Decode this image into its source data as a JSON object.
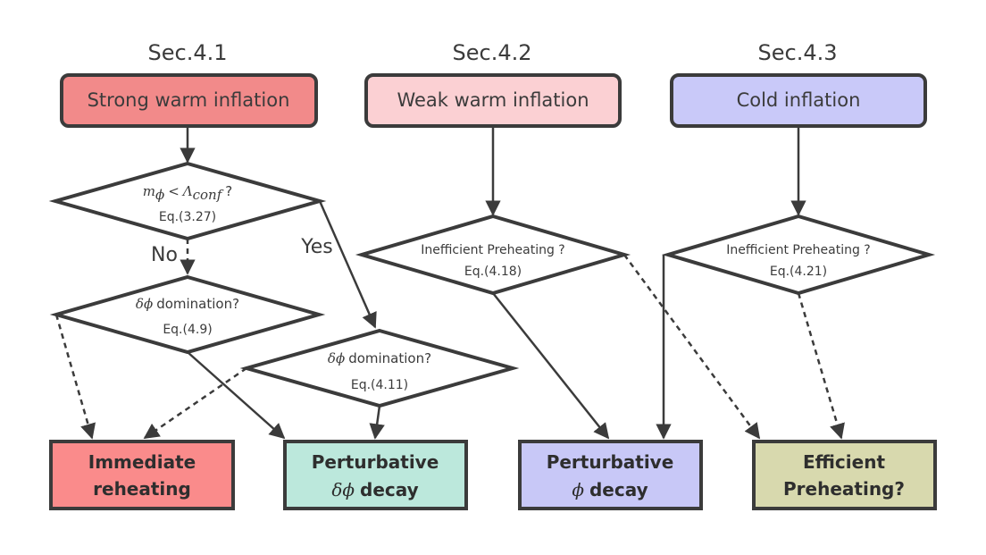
{
  "sections": [
    "Sec.4.1",
    "Sec.4.2",
    "Sec.4.3"
  ],
  "top_boxes": [
    {
      "label": "Strong warm inflation",
      "fill": "#f28a8a"
    },
    {
      "label": "Weak warm inflation",
      "fill": "#fbd0d3"
    },
    {
      "label": "Cold inflation",
      "fill": "#c9c9f9"
    }
  ],
  "decisions": {
    "d1": {
      "sym1": "m",
      "sub1": "ϕ",
      "rel": "<",
      "sym2": "Λ",
      "sub2": "conf",
      "q": "?",
      "eq": "Eq.(3.27)"
    },
    "d2": {
      "sym": "δϕ",
      "text": "domination?",
      "eq": "Eq.(4.9)"
    },
    "d3": {
      "sym": "δϕ",
      "text": "domination?",
      "eq": "Eq.(4.11)"
    },
    "d4": {
      "text": "Inefficient Preheating ?",
      "eq": "Eq.(4.18)"
    },
    "d5": {
      "text": "Inefficient Preheating ?",
      "eq": "Eq.(4.21)"
    }
  },
  "edge_labels": {
    "no": "No",
    "yes": "Yes"
  },
  "bottom_boxes": [
    {
      "line1": "Immediate",
      "line2": "reheating",
      "fill": "#fa8b8b"
    },
    {
      "line1": "Perturbative",
      "sym": "δϕ",
      "line2": "decay",
      "fill": "#bce8dc"
    },
    {
      "line1": "Perturbative",
      "sym": "ϕ",
      "line2": "decay",
      "fill": "#c8c8f7"
    },
    {
      "line1": "Efficient",
      "line2": "Preheating?",
      "fill": "#d8d9ae"
    }
  ],
  "colors": {
    "stroke": "#3b3b3b"
  }
}
